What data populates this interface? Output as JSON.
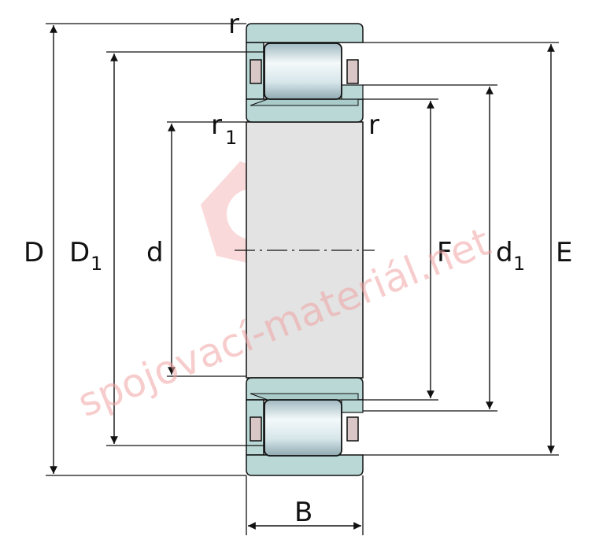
{
  "colors": {
    "ring": "#b9d8d6",
    "bore": "#e3e3e3",
    "roller": "#d8e8ec",
    "cage": "#d9c7c7",
    "line": "#111111",
    "watermark": "#f1a3a3"
  },
  "labels": {
    "r_top": "r",
    "r1": "r",
    "r1_sub": "1",
    "r_mid": "r",
    "D": "D",
    "D1": "D",
    "D1_sub": "1",
    "d": "d",
    "F": "F",
    "d1": "d",
    "d1_sub": "1",
    "E": "E",
    "B": "B"
  },
  "watermark": {
    "text": "spojovací-materiál.net",
    "logo": "hex-nut-icon"
  }
}
